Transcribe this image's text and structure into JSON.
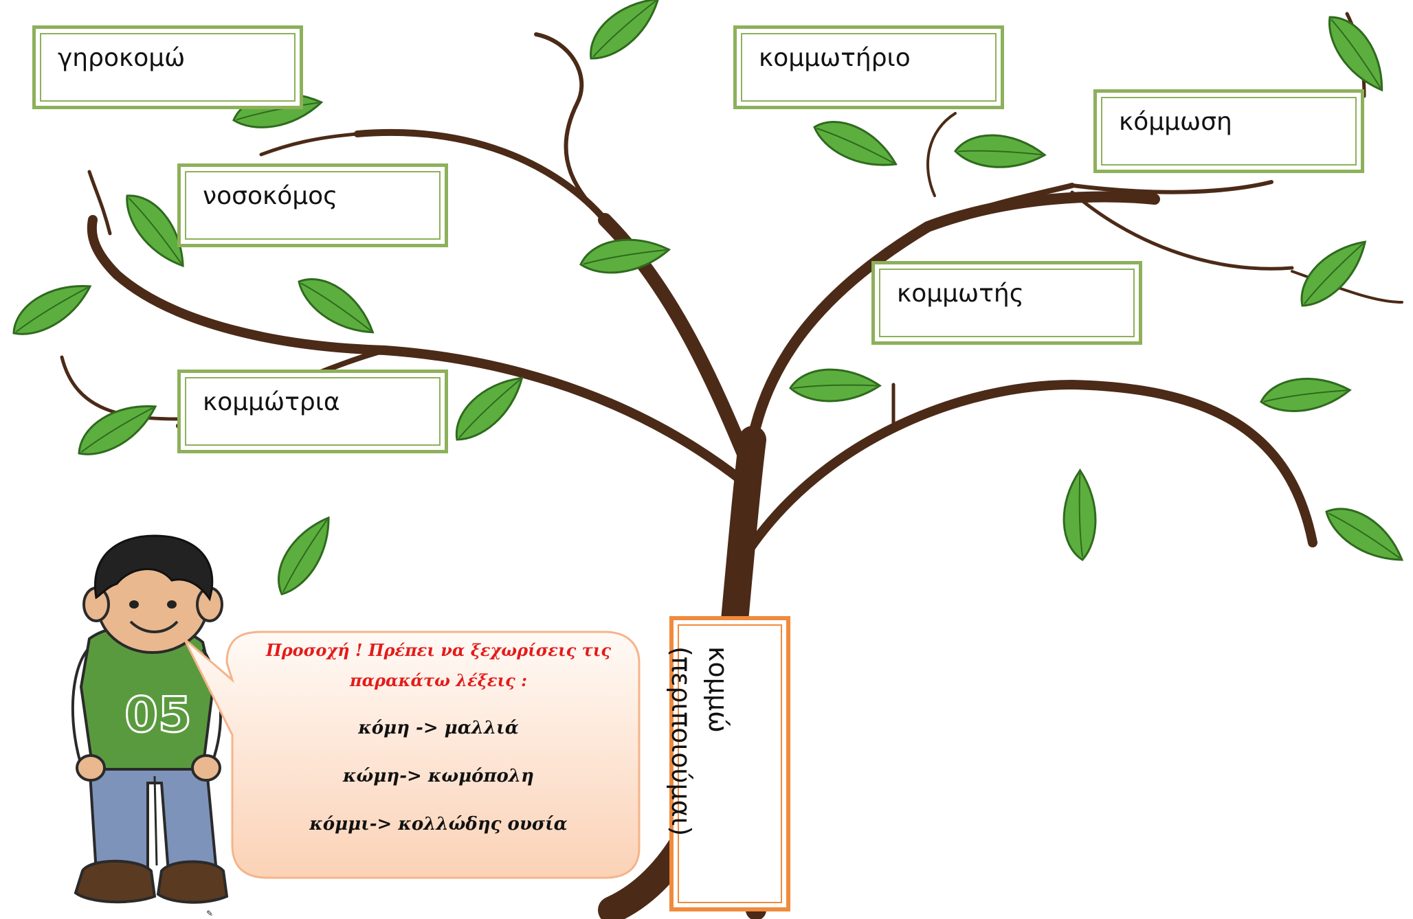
{
  "tree": {
    "words": [
      "γηροκομώ",
      "κομμωτήριο",
      "κόμμωση",
      "νοσοκόμος",
      "κομμωτής",
      "κομμώτρια"
    ],
    "root": {
      "line1": "κομμώ",
      "line2": "(περιποιούμαι)"
    }
  },
  "bubble": {
    "warning_line1": "Προσοχή ! Πρέπει να ξεχωρίσεις τις",
    "warning_line2": "παρακάτω λέξεις :",
    "pairs": [
      "κόμη -> μαλλιά",
      "κώμη-> κωμόπολη",
      "κόμμι-> κολλώδης ουσία"
    ]
  },
  "character": {
    "shirt_number": "05"
  },
  "colors": {
    "trunk": "#4b2a17",
    "leaf": "#58a839",
    "leaf_dark": "#2f6a1e",
    "card_border": "#8db05a",
    "root_border": "#f08a3c",
    "bubble_fill": "#fde1cc",
    "warning_text": "#e41b1b"
  }
}
